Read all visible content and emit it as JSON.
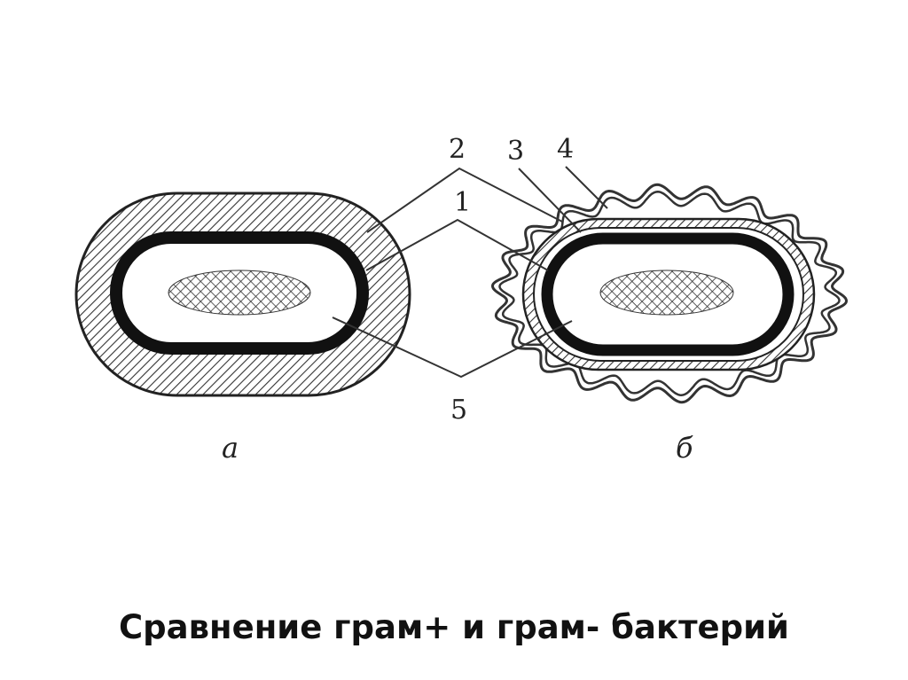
{
  "diagram": {
    "labels": {
      "num1": "1",
      "num2": "2",
      "num3": "3",
      "num4": "4",
      "num5": "5",
      "cell_a": "а",
      "cell_b": "б"
    },
    "title": "Сравнение грам+ и грам- бактерий"
  }
}
